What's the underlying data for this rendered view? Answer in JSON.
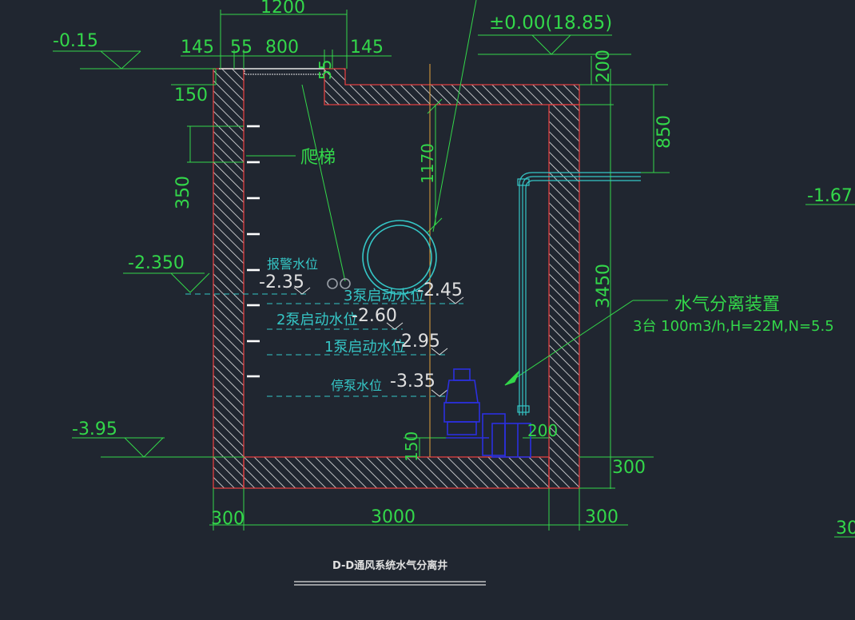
{
  "drawing": {
    "colors": {
      "background": "#202630",
      "dimension": "#33d74a",
      "wall_outline": "#e04040",
      "hatch": "#e6e6e6",
      "water_level": "#35c6c6",
      "pump": "#2b2fe0",
      "pipe": "#35c6c6"
    },
    "elevations": {
      "top_left": "-0.15",
      "top_right": "±0.00(18.85)",
      "mid_left": "-2.350",
      "bottom_left": "-3.95",
      "right_edge": "-1.67"
    },
    "top_dims": {
      "total": "1200",
      "seg1": "145",
      "seg2": "55",
      "seg3": "800",
      "seg4": "55",
      "seg5": "145"
    },
    "left_dims": {
      "cover": "150",
      "rung_spacing": "350"
    },
    "right_dims": {
      "top": "200",
      "pipe": "850",
      "height": "3450",
      "base": "300"
    },
    "bottom_dims": {
      "left": "300",
      "middle": "3000",
      "right": "300"
    },
    "inner_dims": {
      "pipe_depth": "1170",
      "pump_base": "150",
      "pump_gap": "200",
      "partial_right": "30"
    },
    "labels": {
      "ladder": "爬梯",
      "separator_title": "水气分离装置",
      "separator_spec": "3台 100m3/h,H=22M,N=5.5",
      "caption": "D-D通风系统水气分离井"
    },
    "water_levels": [
      {
        "name": "报警水位",
        "value": "-2.35"
      },
      {
        "name": "3泵启动水位",
        "value": "-2.45"
      },
      {
        "name": "2泵启动水位",
        "value": "-2.60"
      },
      {
        "name": "1泵启动水位",
        "value": "-2.95"
      },
      {
        "name": "停泵水位",
        "value": "-3.35"
      }
    ]
  }
}
